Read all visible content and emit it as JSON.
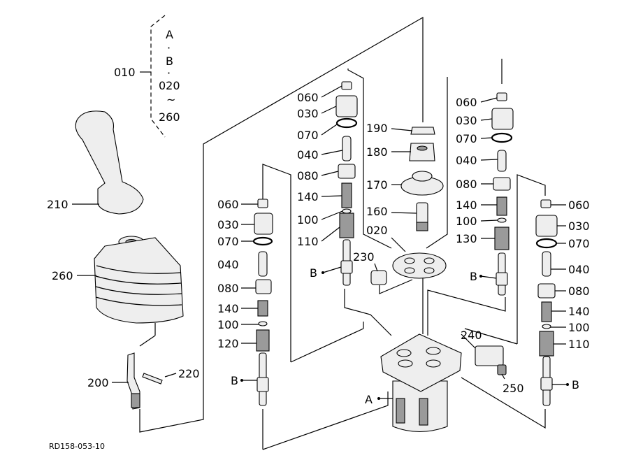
{
  "header": {
    "assembly_code": "010",
    "bracket_lines": [
      "A",
      "·",
      "B",
      "·",
      "020",
      "~",
      "260"
    ]
  },
  "footer": {
    "reference": "RD158-053-10"
  },
  "callouts": [
    {
      "id": "left_210",
      "text": "210"
    },
    {
      "id": "left_260",
      "text": "260"
    },
    {
      "id": "left_200",
      "text": "200"
    },
    {
      "id": "left_220",
      "text": "220"
    },
    {
      "id": "c2_060",
      "text": "060"
    },
    {
      "id": "c2_030",
      "text": "030"
    },
    {
      "id": "c2_070",
      "text": "070"
    },
    {
      "id": "c2_040",
      "text": "040"
    },
    {
      "id": "c2_080",
      "text": "080"
    },
    {
      "id": "c2_140",
      "text": "140"
    },
    {
      "id": "c2_100",
      "text": "100"
    },
    {
      "id": "c2_120",
      "text": "120"
    },
    {
      "id": "c2_B",
      "text": "B"
    },
    {
      "id": "c3_060",
      "text": "060"
    },
    {
      "id": "c3_030",
      "text": "030"
    },
    {
      "id": "c3_070",
      "text": "070"
    },
    {
      "id": "c3_040",
      "text": "040"
    },
    {
      "id": "c3_080",
      "text": "080"
    },
    {
      "id": "c3_140",
      "text": "140"
    },
    {
      "id": "c3_100",
      "text": "100"
    },
    {
      "id": "c3_110",
      "text": "110"
    },
    {
      "id": "c3_B",
      "text": "B"
    },
    {
      "id": "cc_190",
      "text": "190"
    },
    {
      "id": "cc_180",
      "text": "180"
    },
    {
      "id": "cc_170",
      "text": "170"
    },
    {
      "id": "cc_160",
      "text": "160"
    },
    {
      "id": "cc_020",
      "text": "020"
    },
    {
      "id": "cc_230",
      "text": "230"
    },
    {
      "id": "cc_240",
      "text": "240"
    },
    {
      "id": "cc_250",
      "text": "250"
    },
    {
      "id": "cc_A",
      "text": "A"
    },
    {
      "id": "c4_060",
      "text": "060"
    },
    {
      "id": "c4_030",
      "text": "030"
    },
    {
      "id": "c4_070",
      "text": "070"
    },
    {
      "id": "c4_040",
      "text": "040"
    },
    {
      "id": "c4_080",
      "text": "080"
    },
    {
      "id": "c4_140",
      "text": "140"
    },
    {
      "id": "c4_100",
      "text": "100"
    },
    {
      "id": "c4_130",
      "text": "130"
    },
    {
      "id": "c4_B",
      "text": "B"
    },
    {
      "id": "c5_060",
      "text": "060"
    },
    {
      "id": "c5_030",
      "text": "030"
    },
    {
      "id": "c5_070",
      "text": "070"
    },
    {
      "id": "c5_040",
      "text": "040"
    },
    {
      "id": "c5_080",
      "text": "080"
    },
    {
      "id": "c5_140",
      "text": "140"
    },
    {
      "id": "c5_100",
      "text": "100"
    },
    {
      "id": "c5_110",
      "text": "110"
    },
    {
      "id": "c5_B",
      "text": "B"
    }
  ]
}
